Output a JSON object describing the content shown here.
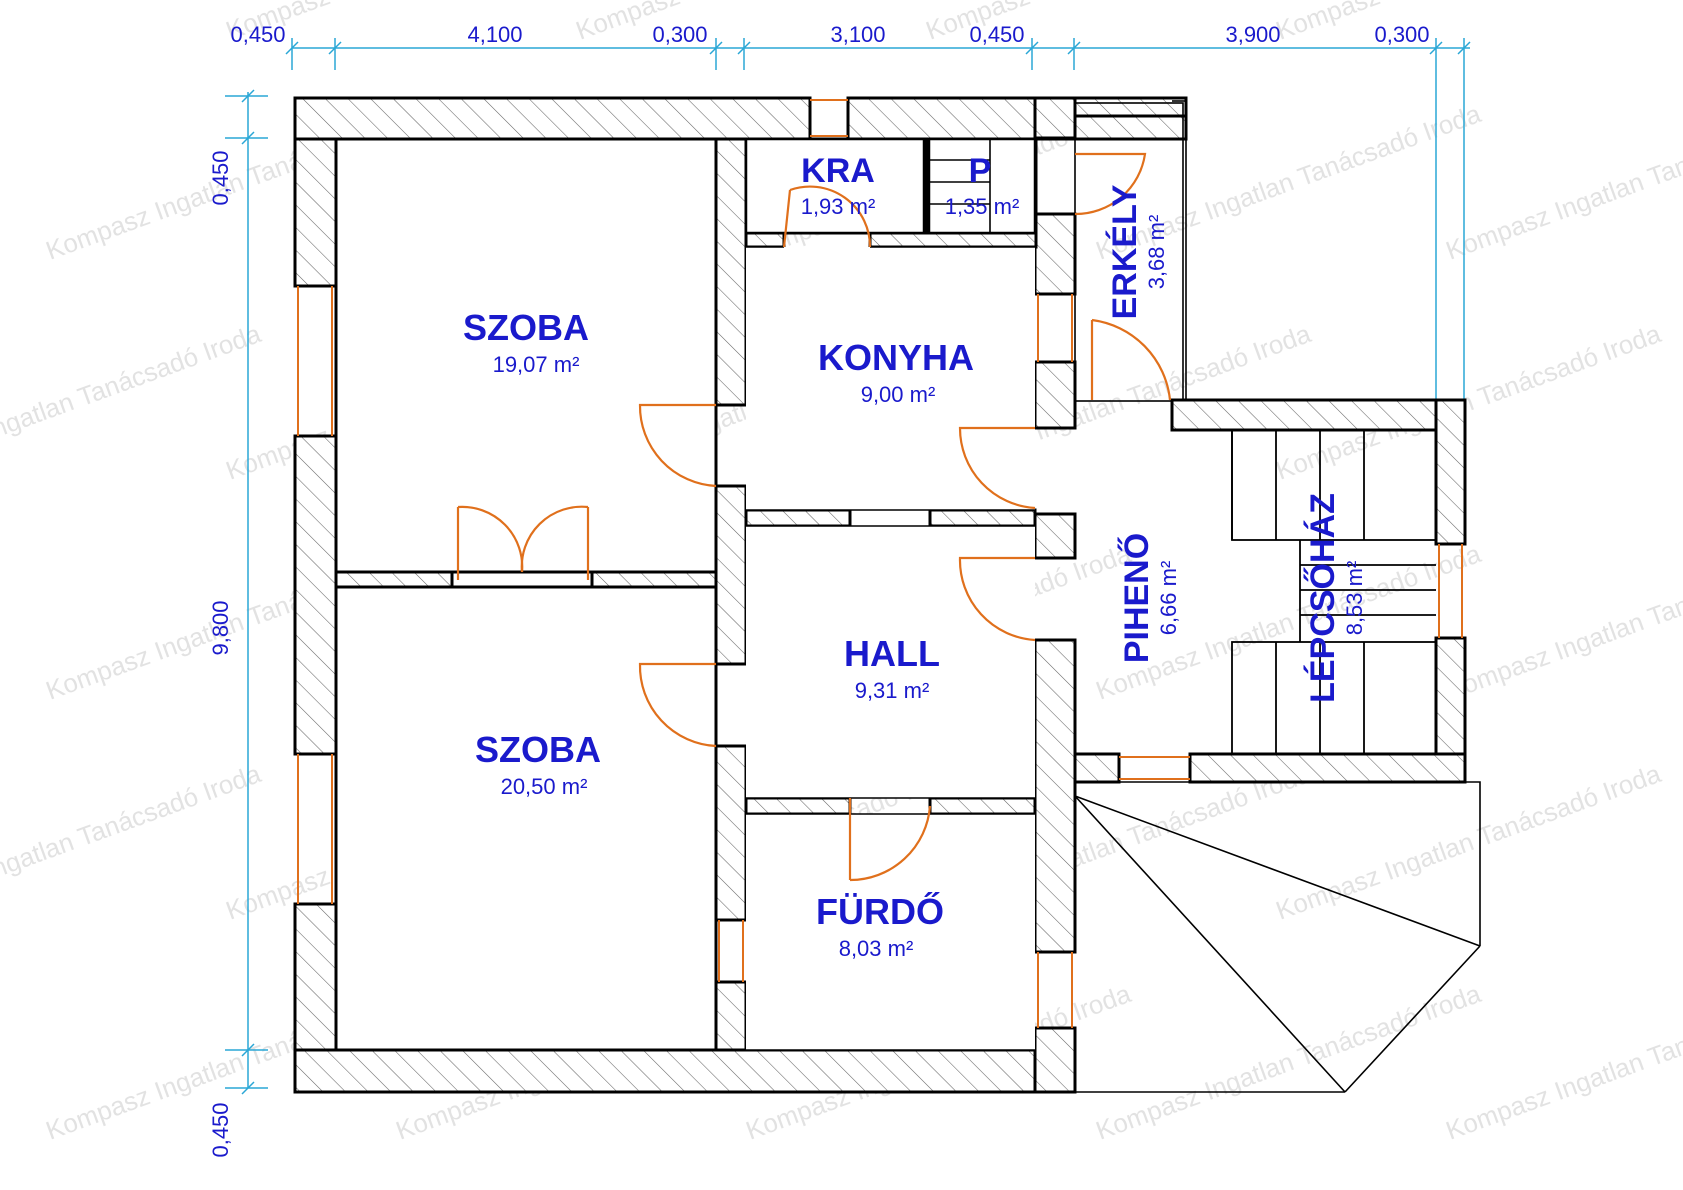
{
  "colors": {
    "text": "#1a1acc",
    "door": "#e0701c",
    "dimension": "#2aa7d6",
    "wall": "#000000"
  },
  "watermark": "Kompasz Ingatlan Tanácsadó Iroda",
  "dimensions": {
    "top": [
      "0,450",
      "4,100",
      "0,300",
      "3,100",
      "0,450",
      "3,900",
      "0,300"
    ],
    "left_top": "0,450",
    "left_total": "9,800",
    "left_bottom": "0,450"
  },
  "rooms": {
    "szoba1": {
      "name": "SZOBA",
      "area": "19,07 m²"
    },
    "szoba2": {
      "name": "SZOBA",
      "area": "20,50 m²"
    },
    "kra": {
      "name": "KRA",
      "area": "1,93 m²"
    },
    "p": {
      "name": "P",
      "area": "1,35 m²"
    },
    "konyha": {
      "name": "KONYHA",
      "area": "9,00 m²"
    },
    "hall": {
      "name": "HALL",
      "area": "9,31 m²"
    },
    "furdo": {
      "name": "FÜRDŐ",
      "area": "8,03 m²"
    },
    "erkely": {
      "name": "ERKÉLY",
      "area": "3,68 m²"
    },
    "piheno": {
      "name": "PIHENŐ",
      "area": "6,66 m²"
    },
    "lepcsohaz": {
      "name": "LÉPCSŐHÁZ",
      "area": "8,53 m²"
    }
  }
}
